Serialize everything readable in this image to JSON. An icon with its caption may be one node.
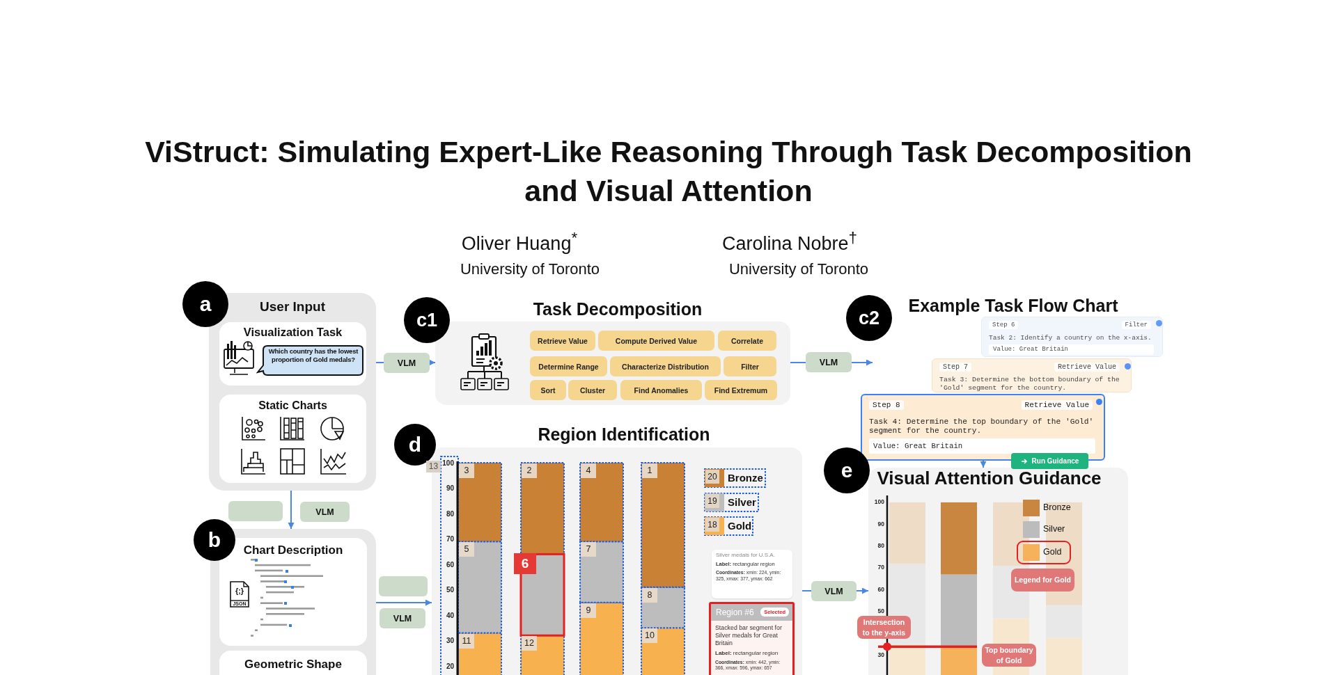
{
  "diagram": {
    "title": "ViStruct: Simulating Expert-Like Reasoning Through Task Decomposition and Visual Attention",
    "nodes": [
      {
        "text": [
          "a"
        ]
      },
      {
        "text": [
          "User Input"
        ]
      },
      {
        "text": [
          "Visualization Task"
        ],
        "in": 1
      },
      {
        "text": [
          "Which country has the lowest proportion of Gold medals?"
        ],
        "in": 2
      },
      {
        "text": [
          "Static Charts"
        ],
        "in": 1
      },
      {
        "text": [],
        "shape": "box"
      },
      {
        "text": [
          "VLM"
        ]
      },
      {
        "text": [
          "b"
        ]
      },
      {
        "text": [],
        "shape": "box"
      },
      {
        "text": [
          "Chart Description"
        ],
        "in": 8
      },
      {
        "text": [
          "Geometric Shape"
        ],
        "in": 8
      },
      {
        "text": [],
        "shape": "box"
      },
      {
        "text": [
          "VLM"
        ]
      },
      {
        "text": [
          "c1"
        ]
      },
      {
        "text": [
          "Task Decomposition"
        ]
      },
      {
        "text": [
          "Retrieve Value"
        ],
        "in": 14
      },
      {
        "text": [
          "Compute Derived Value"
        ],
        "in": 14
      },
      {
        "text": [
          "Correlate"
        ],
        "in": 14
      },
      {
        "text": [
          "Determine Range"
        ],
        "in": 14
      },
      {
        "text": [
          "Characterize Distribution"
        ],
        "in": 14
      },
      {
        "text": [
          "Filter"
        ],
        "in": 14
      },
      {
        "text": [
          "Sort"
        ],
        "in": 14
      },
      {
        "text": [
          "Cluster"
        ],
        "in": 14
      },
      {
        "text": [
          "Find Anomalies"
        ],
        "in": 14
      },
      {
        "text": [
          "Find Extremum"
        ],
        "in": 14
      },
      {
        "text": [
          "VLM"
        ]
      },
      {
        "text": [
          "VLM"
        ]
      },
      {
        "text": [
          "c2"
        ]
      },
      {
        "text": [
          "Step 6",
          "Filter",
          "Task 2: Identify a country on the x-axis.",
          "Value: Great Britain"
        ]
      },
      {
        "text": [
          "Step 7",
          "Retrieve Value",
          "Task 3: Determine the bottom boundary of the 'Gold' segment for the country."
        ]
      },
      {
        "text": [
          "Step 8",
          "Retrieve Value",
          "Task 4: Determine the top boundary of the 'Gold' segment for the country.",
          "Value: Great Britain"
        ]
      },
      {
        "text": [
          "Run Guidance"
        ]
      },
      {
        "text": [
          "d"
        ]
      },
      {
        "text": [
          "Region Identification"
        ]
      },
      {
        "text": [
          "Silver medals for U.S.A.",
          "**Label:** rectangular region",
          "**Coordinates:** xmin: 224, ymin: 325, xmax: 377, ymax: 662"
        ],
        "in": 33
      },
      {
        "text": [
          "Region #6",
          "Selected",
          "Stacked bar segment for Silver medals for Great Britain",
          "**Label:** rectangular region",
          "**Coordinates:** xmin: 442, ymin: 366, xmax: 596, ymax: 657"
        ],
        "in": 33
      },
      {
        "text": [
          "VLM"
        ]
      },
      {
        "text": [
          "e"
        ]
      },
      {
        "text": [
          "Visual Attention Guidance"
        ]
      },
      {
        "text": [
          "{;}",
          "JSON"
        ],
        "in": 9
      }
    ],
    "edges": [
      {
        "from": 1,
        "to": 25,
        "arrow": "none"
      },
      {
        "from": 25,
        "to": 14,
        "arrow": "to"
      },
      {
        "from": 14,
        "to": 26,
        "arrow": "none"
      },
      {
        "from": 26,
        "to": null,
        "arrow": "to"
      },
      {
        "from": 1,
        "to": 8,
        "arrow": "to"
      },
      {
        "from": 8,
        "to": 33,
        "arrow": "to"
      },
      {
        "from": 33,
        "to": 36,
        "arrow": "none"
      },
      {
        "from": 36,
        "to": 38,
        "arrow": "to"
      },
      {
        "from": 30,
        "to": 38,
        "arrow": "to"
      }
    ],
    "labels": [
      "Oliver Huang$^{*}$",
      "Carolina Nobre$^{†}$",
      "University of Toronto",
      "University of Toronto",
      "Example Task Flow Chart",
      "13",
      "100",
      "90",
      "80",
      "70",
      "60",
      "50",
      "40",
      "30",
      "20",
      "3",
      "2",
      "4",
      "1",
      "5",
      "7",
      "6",
      "8",
      "9",
      "10",
      "11",
      "12",
      "20",
      "19",
      "18",
      "100",
      "90",
      "80",
      "70",
      "60",
      "50",
      "30",
      "Legend for Gold",
      "Intersection to the y-axis",
      "Top boundary of Gold"
    ],
    "legend": [
      {
        "text": "Bronze",
        "color": "#c98136"
      },
      {
        "text": "Silver",
        "color": "#bdbdbd"
      },
      {
        "text": "Gold",
        "color": "#f8b14f"
      },
      {
        "text": "Bronze",
        "color": "#c88640"
      },
      {
        "text": "Silver",
        "color": "#bcbcbc"
      },
      {
        "text": "Gold",
        "color": "#f5b25b"
      }
    ]
  }
}
